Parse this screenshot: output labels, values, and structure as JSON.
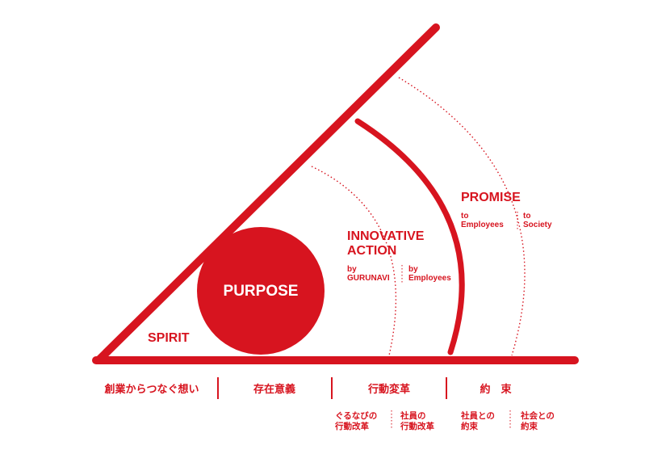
{
  "colors": {
    "accent": "#d7141f",
    "background": "#ffffff"
  },
  "labels": {
    "spirit": "SPIRIT",
    "purpose": "PURPOSE",
    "innovative_line1": "INNOVATIVE",
    "innovative_line2": "ACTION",
    "by_gurunavi_1": "by",
    "by_gurunavi_2": "GURUNAVI",
    "by_employees_1": "by",
    "by_employees_2": "Employees",
    "promise": "PROMISE",
    "to_employees_1": "to",
    "to_employees_2": "Employees",
    "to_society_1": "to",
    "to_society_2": "Society"
  },
  "bottom": {
    "col1": "創業からつなぐ想い",
    "col2": "存在意義",
    "col3": "行動変革",
    "col4": "約　束",
    "sub3a_1": "ぐるなびの",
    "sub3a_2": "行動改革",
    "sub3b_1": "社員の",
    "sub3b_2": "行動改革",
    "sub4a_1": "社員との",
    "sub4a_2": "約束",
    "sub4b_1": "社会との",
    "sub4b_2": "約束"
  }
}
